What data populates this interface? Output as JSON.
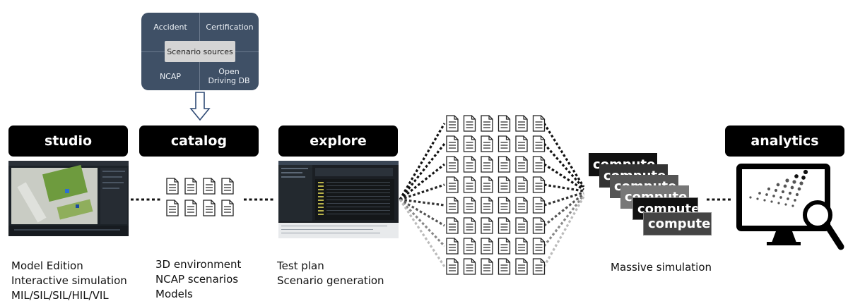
{
  "scenario_sources": {
    "top_left": "Accident",
    "top_right": "Certification",
    "bottom_left": "NCAP",
    "bottom_right": "Open Driving DB",
    "center": "Scenario sources"
  },
  "stages": {
    "studio": {
      "title": "studio",
      "lines": [
        "Model Edition",
        "Interactive simulation",
        "MIL/SIL/SIL/HIL/VIL"
      ]
    },
    "catalog": {
      "title": "catalog",
      "lines": [
        "3D environment",
        "NCAP scenarios",
        "Models"
      ]
    },
    "explore": {
      "title": "explore",
      "lines": [
        "Test plan",
        "Scenario generation"
      ]
    },
    "analytics": {
      "title": "analytics"
    }
  },
  "massive": {
    "caption": "Massive simulation",
    "card_label": "compute",
    "card_colors": [
      "#111111",
      "#333333",
      "#555555",
      "#777777",
      "#111111",
      "#444444"
    ]
  },
  "icons": {
    "arrow": "hollow-down-arrow-icon",
    "doc": "document-icon",
    "analytics": "monitor-magnifier-icon"
  }
}
